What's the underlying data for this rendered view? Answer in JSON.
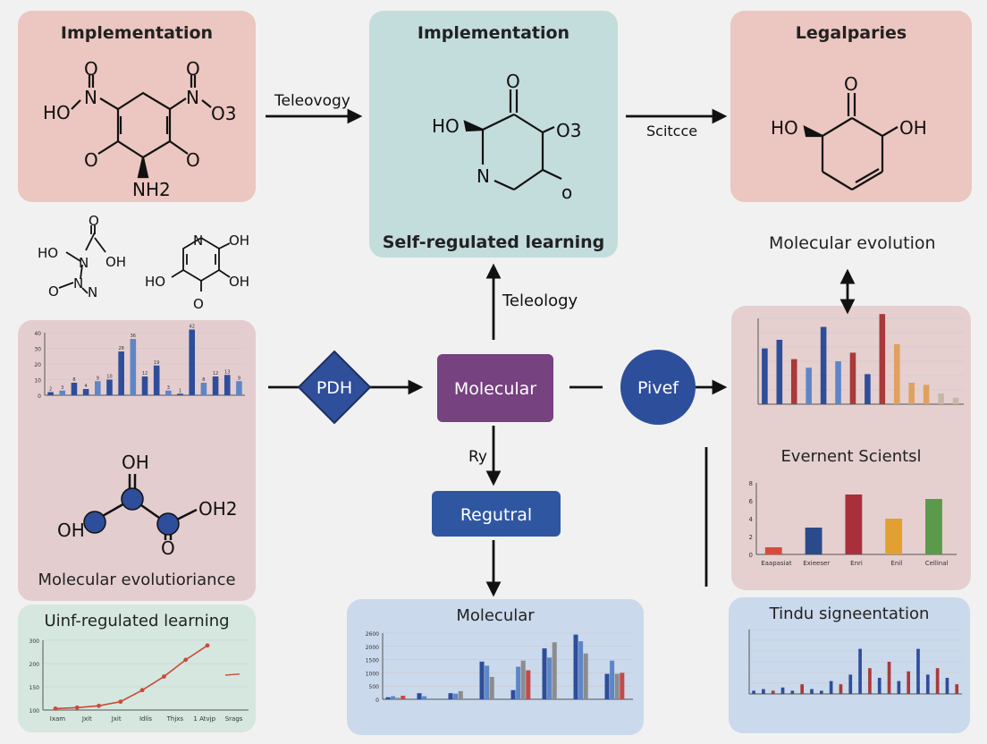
{
  "panels": {
    "top_left": {
      "title": "Implementation"
    },
    "top_center": {
      "title": "Implementation",
      "caption": "Self-regulated learning"
    },
    "top_right": {
      "title": "Legalparies"
    },
    "mid_left": {
      "caption": "Molecular evolutioriance"
    },
    "bottom_left": {
      "title": "Uinf-regulated learning"
    },
    "bottom_center": {
      "title": "Molecular"
    },
    "mid_right": {
      "title": "Evernent Scientsl"
    },
    "bottom_right": {
      "title": "Tindu signeentation"
    }
  },
  "arrows": {
    "teleovogy": "Teleovogy",
    "scitcce": "Scitcce",
    "teleology": "Teleology",
    "ry": "Ry"
  },
  "labels": {
    "molecular_evolution": "Molecular evolution"
  },
  "nodes": {
    "pdh": {
      "label": "PDH",
      "color": "#2f4f9a"
    },
    "molecular": {
      "label": "Molecular",
      "color": "#76427f"
    },
    "pivef": {
      "label": "Pivef",
      "color": "#2d4e9b"
    },
    "regutral": {
      "label": "Regutral",
      "color": "#2f56a0"
    }
  },
  "molecules": {
    "m1": {
      "o_top1": "O",
      "no_left": "N",
      "o_top2": "O",
      "no_right": "N",
      "ho": "HO",
      "o3": "O3",
      "o_l": "O",
      "o_r": "O",
      "nh2": "NH2"
    },
    "m2": {
      "o_top": "O",
      "ho": "HO",
      "o3": "O3",
      "n": "N",
      "o_low": "o"
    },
    "m3": {
      "o_top": "O",
      "ho": "HO",
      "oh": "OH"
    },
    "m4": {
      "o": "O",
      "ho": "HO",
      "n1": "N",
      "oh": "OH",
      "o2": "O",
      "n2": "N",
      "n3": "N"
    },
    "m5": {
      "n": "N",
      "oh1": "OH",
      "ho": "HO",
      "oh2": "OH",
      "o": "O"
    },
    "m6": {
      "oh_top": "OH",
      "oh2": "OH2",
      "oh_left": "OH",
      "o": "O"
    }
  },
  "charts": {
    "mid_left": {
      "y_ticks": [
        "0",
        "10",
        "20",
        "30",
        "40"
      ]
    },
    "bottom_left": {
      "y_ticks": [
        "100",
        "150",
        "200",
        "300"
      ],
      "x_ticks": [
        "Ixam",
        "Jxit",
        "Jxit",
        "Idlis",
        "Thjxs",
        "1 Atvjp",
        "Srags"
      ]
    },
    "bottom_center": {
      "y_ticks": [
        "0",
        "500",
        "1000",
        "1500",
        "2000",
        "2600"
      ]
    },
    "mid_right_bars": {
      "y_ticks": [
        "0",
        "2",
        "4",
        "6",
        "8"
      ],
      "x_ticks": [
        "Eaapasiat",
        "Exieeser",
        "Enri",
        "Enil",
        "Cellinal"
      ]
    }
  },
  "chart_data": [
    {
      "type": "bar",
      "y_range": [
        0,
        40
      ],
      "values": [
        2,
        3,
        8,
        4,
        9,
        10,
        28,
        36,
        12,
        19,
        3,
        1,
        42,
        8,
        12,
        13,
        9
      ],
      "labels": [
        "2",
        "3",
        "8",
        "4",
        "9",
        "10",
        "28",
        "36",
        "12",
        "19",
        "3",
        "1",
        "42",
        "8",
        "12",
        "13",
        "9"
      ]
    },
    {
      "type": "line",
      "y_range": [
        100,
        300
      ],
      "values": [
        104,
        107,
        112,
        124,
        157,
        196,
        244,
        285
      ],
      "trailing_segment": [
        200,
        203
      ]
    },
    {
      "type": "bar",
      "y_range": [
        0,
        2600
      ],
      "groups": [
        [
          80,
          120,
          60,
          140,
          0
        ],
        [
          240,
          120,
          0,
          0,
          0
        ],
        [
          240,
          220,
          320,
          0,
          0
        ],
        [
          1480,
          1320,
          880,
          0,
          0
        ],
        [
          360,
          1280,
          1520,
          1140,
          0
        ],
        [
          2000,
          1640,
          2240,
          0,
          0
        ],
        [
          2540,
          2280,
          1800,
          0,
          0
        ],
        [
          1000,
          1520,
          1000,
          1040,
          0
        ]
      ],
      "colors": [
        "#2e4d9a",
        "#5e86c6",
        "#8c8c8c",
        "#c24a4a",
        "#e2a44a"
      ]
    },
    {
      "type": "bar",
      "y_range": [
        0,
        40
      ],
      "values": [
        26,
        30,
        21,
        17,
        36,
        20,
        24,
        14,
        42,
        28,
        10,
        9,
        5,
        3
      ],
      "colors": [
        "#2e4d9a",
        "#2e4d9a",
        "#a83a3a",
        "#5e86c6",
        "#2e4d9a",
        "#5e86c6",
        "#a83a3a",
        "#2e4d9a",
        "#a83a3a",
        "#e0a060",
        "#e0a060",
        "#e0a060",
        "#c7b7a7",
        "#c7b7a7"
      ]
    },
    {
      "type": "bar",
      "y_range": [
        0,
        8
      ],
      "values": [
        0.8,
        3.0,
        6.7,
        4.0,
        6.2
      ],
      "colors": [
        "#d94a3a",
        "#2a4a8a",
        "#a8303a",
        "#e2a030",
        "#5a9a4a"
      ]
    },
    {
      "type": "bar",
      "y_range": [
        0,
        40
      ],
      "values": [
        2,
        3,
        2,
        4,
        2,
        6,
        3,
        2,
        8,
        6,
        12,
        28,
        16,
        10,
        20,
        8,
        14,
        28,
        12,
        16,
        10,
        6
      ],
      "colors": [
        "#2e4d9a",
        "#2e4d9a",
        "#a83a3a",
        "#2e4d9a",
        "#2e4d9a",
        "#a83a3a",
        "#2e4d9a",
        "#2e4d9a",
        "#2e4d9a",
        "#a83a3a",
        "#2e4d9a",
        "#2e4d9a",
        "#a83a3a",
        "#2e4d9a",
        "#a83a3a",
        "#2e4d9a",
        "#a83a3a",
        "#2e4d9a",
        "#2e4d9a",
        "#a83a3a",
        "#2e4d9a",
        "#a83a3a"
      ]
    }
  ]
}
